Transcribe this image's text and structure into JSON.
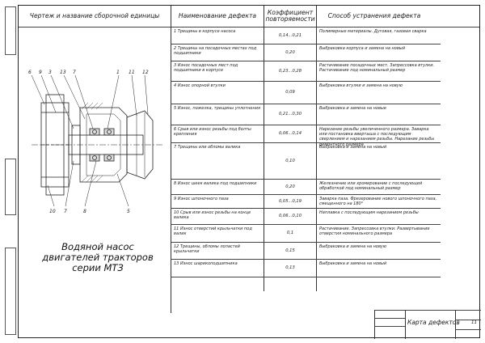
{
  "headers": {
    "drawing": "Чертеж и название сборочной единицы",
    "defect": "Наименование дефекта",
    "coef": "Коэффициент повторяемости",
    "method": "Способ устранения дефекта"
  },
  "rows": [
    {
      "name": "1 Трещины в корпусе насоса",
      "coef": "0,14...0,21",
      "method": "Полимерные материалы. Дуговая, газовая сварка"
    },
    {
      "name": "2 Трещины на посадочных местах под подшипники",
      "coef": "0,20",
      "method": "Выбраковка корпуса и замена на новый"
    },
    {
      "name": "3 Износ посадочных мест под подшипники в корпусе",
      "coef": "0,23...0,28",
      "method": "Растачивание посадочных мест. Запрессовка втулки. Растачивание под номинальный размер"
    },
    {
      "name": "4 Износ опорной втулки",
      "coef": "0,09",
      "method": "Выбраковка втулки и замена на новую"
    },
    {
      "name": "5 Износ, пожелка, трещины уплотнения",
      "coef": "0,21...0,30",
      "method": "Выбраковка и замена на новые"
    },
    {
      "name": "6 Срыв или износ резьбы под болты крепления",
      "coef": "0,06...0,14",
      "method": "Нарезание резьбы увеличенного размера. Заварка или постановка ввертыша с последующим сверлением и нарезанием резьбы. Нарезание резьбы ремонтного размера"
    },
    {
      "name": "7 Трещины или обломы валика",
      "coef": "0,10",
      "method": "Выбраковка и замена на новый"
    },
    {
      "name": "8 Износ шеек валика под подшипники",
      "coef": "0,20",
      "method": "Железнение или хромирование с последующей обработкой под номинальный размер"
    },
    {
      "name": "9 Износ шпоночного паза",
      "coef": "0,05...0,19",
      "method": "Заварка паза. Фрезерование нового шпоночного паза, смещенного на 180°"
    },
    {
      "name": "10 Срыв или износ резьбы на конце валика",
      "coef": "0,06...0,10",
      "method": "Наплавка с последующим нарезанием резьбы"
    },
    {
      "name": "11 Износ отверстий крыльчатки под валик",
      "coef": "0,1",
      "method": "Растачивание. Запрессовка втулки. Развертывание отверстия номинального размера"
    },
    {
      "name": "12 Трещины, обломы лопастей крыльчатки",
      "coef": "0,15",
      "method": "Выбраковка и замена на новую"
    },
    {
      "name": "13 Износ шарикоподшипника",
      "coef": "0,13",
      "method": "Выбраковка и замена на новый"
    }
  ],
  "drawing_title": "Водяной насос двигателей тракторов серии МТЗ",
  "callouts_top": [
    "6",
    "9",
    "3",
    "13",
    "7",
    "1",
    "11",
    "12"
  ],
  "callouts_bottom": [
    "10",
    "7",
    "8",
    "5"
  ],
  "stamp": {
    "title": "Карта дефектов",
    "sheet": "11"
  }
}
